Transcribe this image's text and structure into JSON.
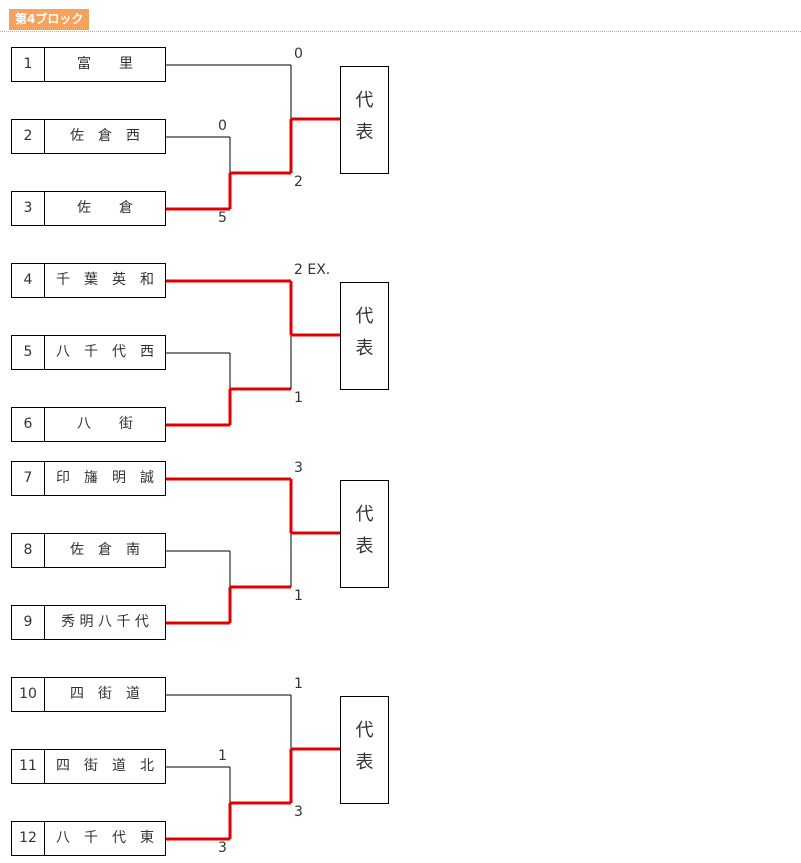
{
  "block": {
    "title": "第4ブロック"
  },
  "representative_label": "代\n表",
  "colors": {
    "winner_line": "#e00000",
    "line": "#000000",
    "header_bg": "#f5a25d"
  },
  "teams": [
    {
      "seed": "1",
      "name": "富　　里"
    },
    {
      "seed": "2",
      "name": "佐　倉　西"
    },
    {
      "seed": "3",
      "name": "佐　　倉"
    },
    {
      "seed": "4",
      "name": "千　葉　英　和"
    },
    {
      "seed": "5",
      "name": "八　千　代　西"
    },
    {
      "seed": "6",
      "name": "八　　街"
    },
    {
      "seed": "7",
      "name": "印　旛　明　誠"
    },
    {
      "seed": "8",
      "name": "佐　倉　南"
    },
    {
      "seed": "9",
      "name": "秀 明 八 千 代"
    },
    {
      "seed": "10",
      "name": "四　街　道"
    },
    {
      "seed": "11",
      "name": "四　街　道　北"
    },
    {
      "seed": "12",
      "name": "八　千　代　東"
    }
  ],
  "groups": [
    {
      "semi_scores": [
        "0",
        "5"
      ],
      "final_scores": [
        "0",
        "2"
      ],
      "semi_winner": "bottom",
      "final_winner": "bottom"
    },
    {
      "semi_scores": [
        "",
        ""
      ],
      "final_scores": [
        "2 EX.",
        "1"
      ],
      "semi_winner": "bottom",
      "final_winner": "top"
    },
    {
      "semi_scores": [
        "",
        ""
      ],
      "final_scores": [
        "3",
        "1"
      ],
      "semi_winner": "bottom",
      "final_winner": "top"
    },
    {
      "semi_scores": [
        "1",
        "3"
      ],
      "final_scores": [
        "1",
        "3"
      ],
      "semi_winner": "bottom",
      "final_winner": "bottom"
    }
  ]
}
